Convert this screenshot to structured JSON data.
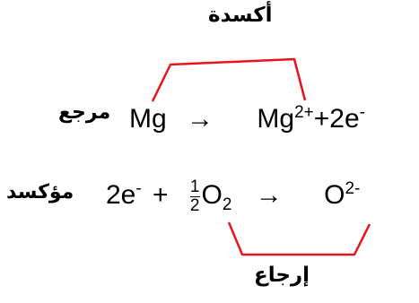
{
  "labels": {
    "oxidation": "أكسدة",
    "reducer": "مرجع",
    "oxidizer": "مؤكسد",
    "reduction": "إرجاع"
  },
  "equation1": {
    "reactant": "Mg",
    "arrow": "→",
    "product": "Mg",
    "product_charge": "2+",
    "plus": "+",
    "electrons": "2e",
    "electron_charge": "-"
  },
  "equation2": {
    "electrons": "2e",
    "electron_charge": "-",
    "plus": "+",
    "frac_num": "1",
    "frac_den": "2",
    "reactant": "O",
    "reactant_subscript": "2",
    "arrow": "→",
    "product": "O",
    "product_charge": "2-"
  },
  "colors": {
    "bracket": "#e8141c",
    "text": "#000000"
  }
}
